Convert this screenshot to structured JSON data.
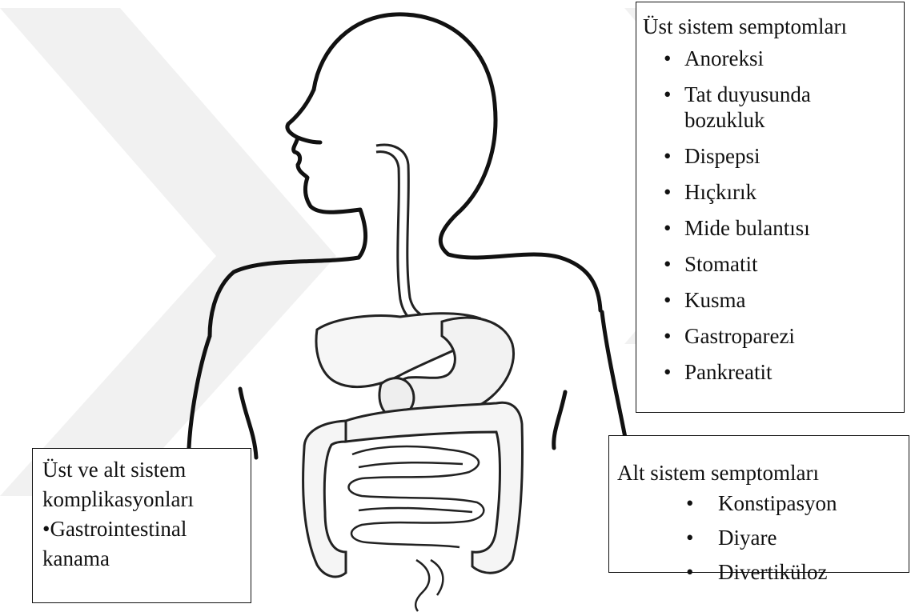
{
  "upper_system": {
    "title": "Üst sistem semptomları",
    "items": [
      "Anoreksi",
      "Tat duyusunda bozukluk",
      "Dispepsi",
      "Hıçkırık",
      "Mide bulantısı",
      "Stomatit",
      "Kusma",
      "Gastroparezi",
      "Pankreatit"
    ]
  },
  "lower_system": {
    "title": "Alt sistem semptomları",
    "items": [
      "Konstipasyon",
      "Diyare",
      "Divertiküloz"
    ]
  },
  "complications": {
    "lines": [
      "Üst ve alt sistem",
      "komplikasyonları",
      "•Gastrointestinal",
      "kanama"
    ]
  }
}
